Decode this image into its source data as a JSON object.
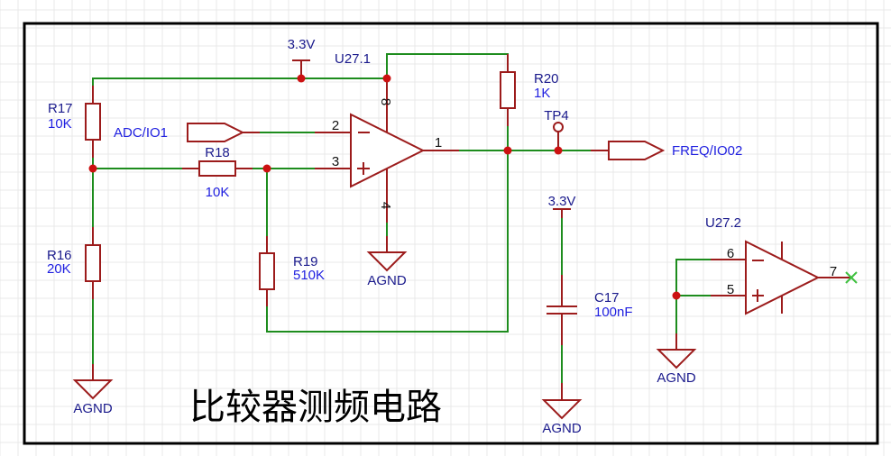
{
  "title": "比较器测频电路",
  "colors": {
    "wire": "#1d8c1d",
    "component": "#9c1b1b",
    "junction": "#cc1111",
    "reference_text": "#1a1a8c",
    "value_text": "#2020e0",
    "no_connect": "#3fc03f"
  },
  "components": {
    "r17": {
      "ref": "R17",
      "value": "10K"
    },
    "r18": {
      "ref": "R18",
      "value": "10K"
    },
    "r16": {
      "ref": "R16",
      "value": "20K"
    },
    "r19": {
      "ref": "R19",
      "value": "510K"
    },
    "r20": {
      "ref": "R20",
      "value": "1K"
    },
    "c17": {
      "ref": "C17",
      "value": "100nF"
    },
    "tp4": {
      "ref": "TP4"
    },
    "u27_1": {
      "ref": "U27.1",
      "pins": {
        "in_neg": "2",
        "in_pos": "3",
        "out": "1",
        "vcc": "8",
        "gnd": "4"
      }
    },
    "u27_2": {
      "ref": "U27.2",
      "pins": {
        "in_neg": "6",
        "in_pos": "5",
        "out": "7"
      }
    }
  },
  "nets": {
    "power_top": "3.3V",
    "power_cap": "3.3V",
    "gnd_r16": "AGND",
    "gnd_u27_1": "AGND",
    "gnd_c17": "AGND",
    "gnd_u27_2": "AGND"
  },
  "ports": {
    "adc_in": "ADC/IO1",
    "freq_out": "FREQ/IO02"
  }
}
